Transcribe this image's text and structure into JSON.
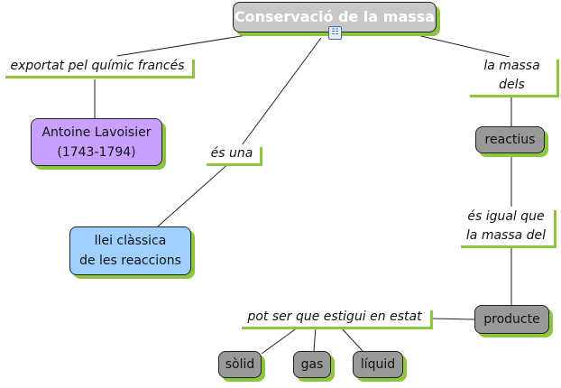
{
  "title": "Conservació de la massa",
  "concepts": {
    "lavoisier": [
      "Antoine Lavoisier",
      "(1743-1794)"
    ],
    "llei": [
      "llei clàssica",
      "de les reaccions"
    ],
    "reactius": "reactius",
    "producte": "producte",
    "solid": "sòlid",
    "gas": "gas",
    "liquid": "líquid"
  },
  "phrases": {
    "exportat": "exportat pel químic francés",
    "es_una": "és una",
    "la_massa_dels": "la massa dels",
    "es_igual": [
      "és igual que",
      "la massa del"
    ],
    "pot_ser": "pot ser que estigui en estat"
  },
  "icons": {
    "submap": "nested-map-icon"
  },
  "colors": {
    "accent_shadow": "#8cc63f",
    "lavoisier": "#c8a0ff",
    "llei": "#a0d0ff",
    "gray_node": "#999999",
    "title": "#c8c8c8"
  }
}
